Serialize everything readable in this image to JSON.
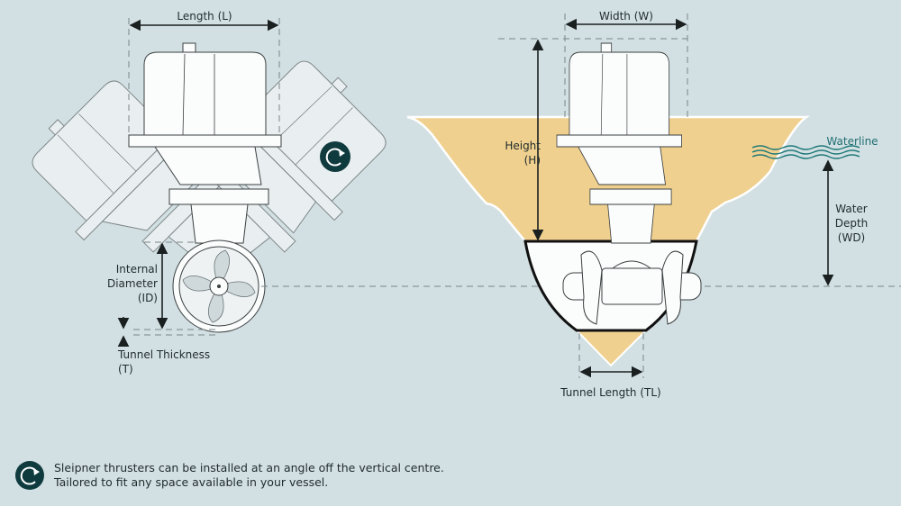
{
  "labels": {
    "length": "Length (L)",
    "internal_diameter": [
      "Internal",
      "Diameter",
      "(ID)"
    ],
    "tunnel_thickness": [
      "Tunnel Thickness",
      "(T)"
    ],
    "width": "Width (W)",
    "height": [
      "Height",
      "(H)"
    ],
    "waterline": "Waterline",
    "water_depth": [
      "Water",
      "Depth",
      "(WD)"
    ],
    "tunnel_length": "Tunnel Length (TL)"
  },
  "footer": {
    "icon": "rotate-icon",
    "lines": [
      "Sleipner thrusters can be installed at an angle off the vertical centre.",
      "Tailored to fit any space available in your vessel."
    ]
  },
  "colors": {
    "background": "#d3e0e3",
    "hull": "#f0d08e",
    "icon": "#0f3b3f",
    "water": "#1f7a7a"
  }
}
